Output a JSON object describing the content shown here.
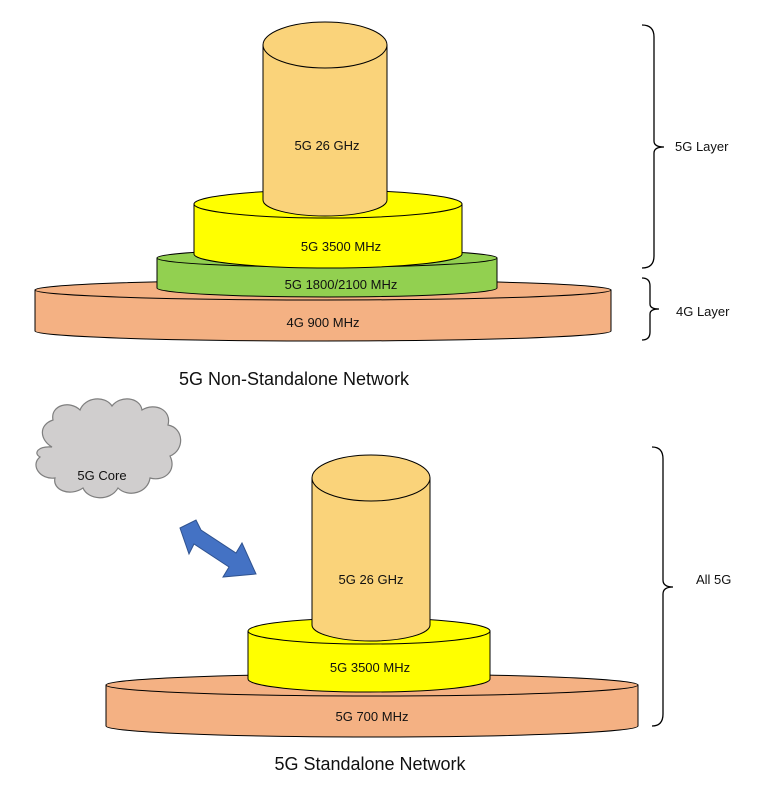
{
  "non_standalone": {
    "title": "5G Non-Standalone Network",
    "layers": {
      "mmwave": "5G 26 GHz",
      "mid_band": "5G 3500 MHz",
      "low_mid_band": "5G 1800/2100 MHz",
      "lte_base": "4G 900 MHz"
    },
    "brackets": {
      "upper": "5G Layer",
      "lower": "4G Layer"
    }
  },
  "standalone": {
    "title": "5G Standalone Network",
    "core": "5G Core",
    "layers": {
      "mmwave": "5G 26 GHz",
      "mid_band": "5G 3500 MHz",
      "low_band": "5G 700 MHz"
    },
    "bracket": "All 5G"
  },
  "colors": {
    "mmwave": "#FAD37A",
    "mid_band": "#FFFF00",
    "low_mid_band": "#92D050",
    "base": "#F4B183",
    "cloud": "#D0CECE",
    "arrow": "#4472C4"
  }
}
